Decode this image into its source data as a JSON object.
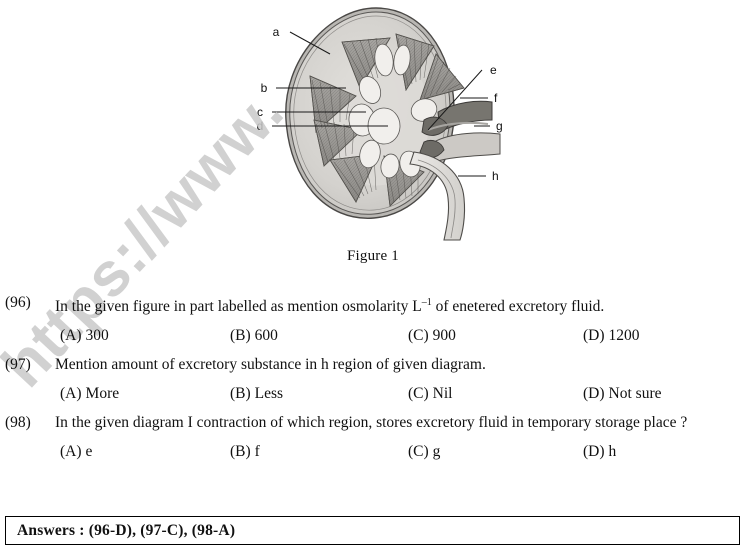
{
  "figure": {
    "caption": "Figure 1",
    "alt_name": "kidney-longitudinal-section",
    "labels": [
      {
        "id": "a",
        "text": "a"
      },
      {
        "id": "b",
        "text": "b"
      },
      {
        "id": "c",
        "text": "c"
      },
      {
        "id": "d",
        "text": "d"
      },
      {
        "id": "e",
        "text": "e"
      },
      {
        "id": "f",
        "text": "f"
      },
      {
        "id": "g",
        "text": "g"
      },
      {
        "id": "h",
        "text": "h"
      }
    ]
  },
  "watermark": {
    "text": "https://www."
  },
  "questions": [
    {
      "number": "(96)",
      "text_before_sup": "In the given figure in part labelled as mention osmolarity L",
      "sup": "–1",
      "text_after_sup": " of enetered excretory fluid.",
      "options": [
        {
          "label": "(A)",
          "value": "300"
        },
        {
          "label": "(B)",
          "value": "600"
        },
        {
          "label": "(C)",
          "value": "900"
        },
        {
          "label": "(D)",
          "value": "1200"
        }
      ]
    },
    {
      "number": "(97)",
      "text": "Mention amount of excretory substance in h region of given diagram.",
      "options": [
        {
          "label": "(A)",
          "value": "More"
        },
        {
          "label": "(B)",
          "value": "Less"
        },
        {
          "label": "(C)",
          "value": "Nil"
        },
        {
          "label": "(D)",
          "value": "Not sure"
        }
      ]
    },
    {
      "number": "(98)",
      "text": "In the given diagram I contraction of which region, stores excretory fluid in temporary storage place ?",
      "options": [
        {
          "label": "(A)",
          "value": "e"
        },
        {
          "label": "(B)",
          "value": "f"
        },
        {
          "label": "(C)",
          "value": "g"
        },
        {
          "label": "(D)",
          "value": "h"
        }
      ]
    }
  ],
  "answers": {
    "text": "Answers :  (96-D), (97-C), (98-A)"
  },
  "colors": {
    "text": "#111111",
    "border": "#000000",
    "watermark": "#c9c9c9",
    "cortex": "#d8d6d2",
    "capsule": "#bdbbb7",
    "pyramid": "#9a9894",
    "pelvis": "#f2f1ee",
    "artery": "#7b7976",
    "vein": "#b8b6b2"
  }
}
